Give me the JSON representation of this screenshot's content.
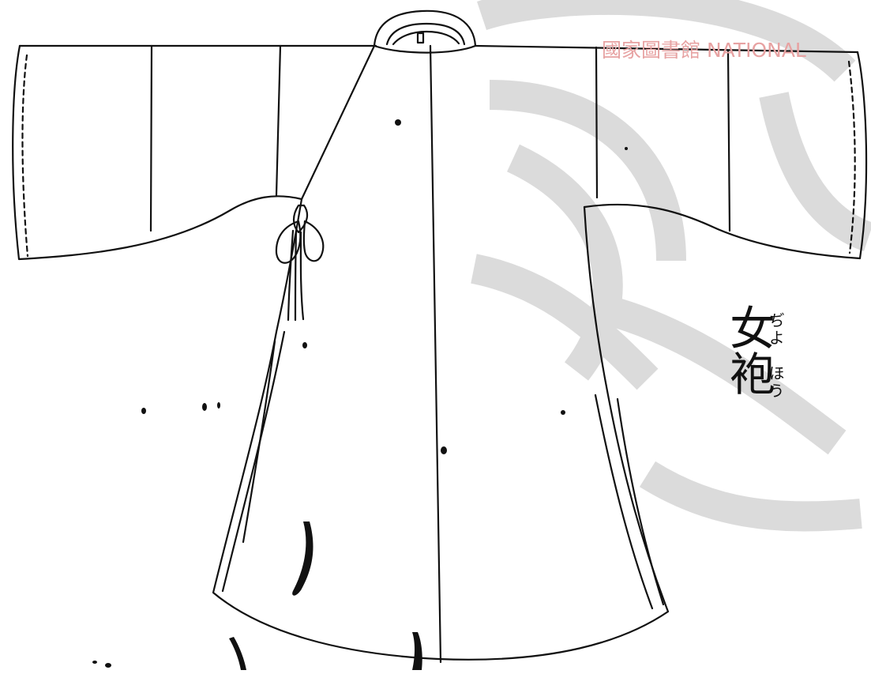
{
  "watermark": {
    "text": "國家圖書館 NATIONAL",
    "color": "#e7a2a2"
  },
  "caption": {
    "main": "女袍",
    "ruby_1": "ぢよ",
    "ruby_2": "ほう"
  },
  "colors": {
    "ink": "#111111",
    "seal_gray": "#d8d8d8",
    "paper": "#ffffff"
  },
  "illustration": {
    "subject_icon": "robe-line-drawing"
  }
}
